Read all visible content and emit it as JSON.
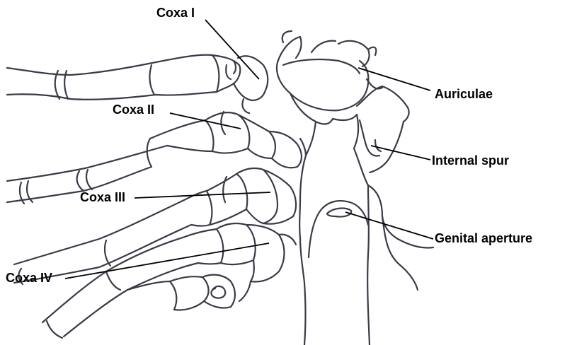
{
  "labels": {
    "coxa_1": "Coxa I",
    "coxa_2": "Coxa II",
    "coxa_3": "Coxa III",
    "coxa_4": "Coxa IV",
    "auriculae": "Auriculae",
    "internal_spur": "Internal spur",
    "genital_aperture": "Genital aperture"
  },
  "colors": {
    "line": "#3d3a48",
    "label": "#000000",
    "background": "#ffffff"
  }
}
